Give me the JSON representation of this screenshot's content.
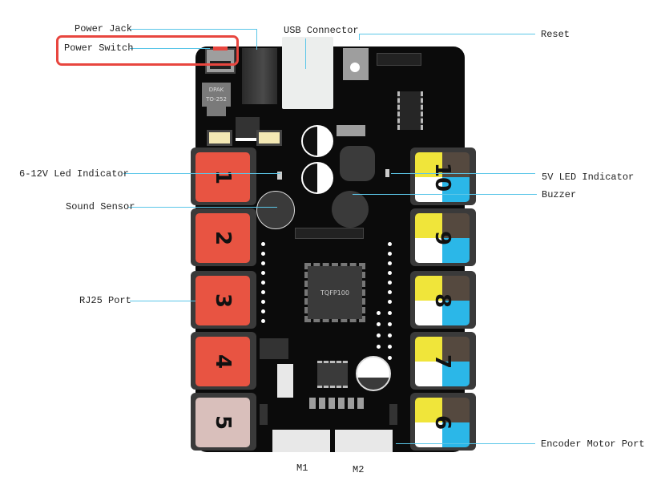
{
  "labels": {
    "power_jack": "Power Jack",
    "power_switch": "Power Switch",
    "usb_connector": "USB Connector",
    "reset": "Reset",
    "led_6_12v": "6-12V Led Indicator",
    "sound_sensor": "Sound Sensor",
    "rj25_port": "RJ25 Port",
    "led_5v": "5V LED Indicator",
    "buzzer": "Buzzer",
    "encoder_motor_port": "Encoder Motor Port",
    "m1": "M1",
    "m2": "M2"
  },
  "chip_labels": {
    "regulator_line1": "DPAK",
    "regulator_line2": "TO-252",
    "mcu": "TQFP100"
  },
  "ports_left": [
    {
      "number": "1",
      "color": "#e85442"
    },
    {
      "number": "2",
      "color": "#e85442"
    },
    {
      "number": "3",
      "color": "#e85442"
    },
    {
      "number": "4",
      "color": "#e85442"
    },
    {
      "number": "5",
      "color": "#d9bfbb"
    }
  ],
  "ports_right": [
    {
      "number": "10"
    },
    {
      "number": "9"
    },
    {
      "number": "8"
    },
    {
      "number": "7"
    },
    {
      "number": "6"
    }
  ],
  "colors": {
    "highlight": "#e8463f",
    "leader_line": "#5bc6e8",
    "board": "#0b0b0b",
    "port_yellow": "#f0e53a",
    "port_brown": "#55493f",
    "port_white": "#ffffff",
    "port_blue": "#2bb7e8"
  },
  "highlighted_label": "Power Switch"
}
